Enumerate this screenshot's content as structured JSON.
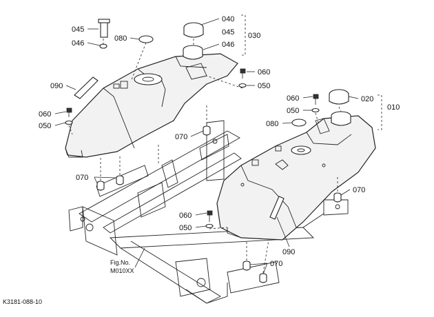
{
  "labels": {
    "c040": "040",
    "c045a": "045",
    "c030": "030",
    "c046a": "046",
    "l045": "045",
    "l046": "046",
    "l080a": "080",
    "l090a": "090",
    "c060a": "060",
    "c050a": "050",
    "l060a": "060",
    "l050a": "050",
    "l070a": "070",
    "l070b": "070",
    "l060b": "060",
    "l050b": "050",
    "c020": "020",
    "c010": "010",
    "l080b": "080",
    "c070c": "070",
    "l060c": "060",
    "l050c": "050",
    "c090b": "090",
    "c070d": "070"
  },
  "fig_ref_line1": "Fig.No.",
  "fig_ref_line2": "M010XX",
  "doc_code": "K3181-088-10"
}
